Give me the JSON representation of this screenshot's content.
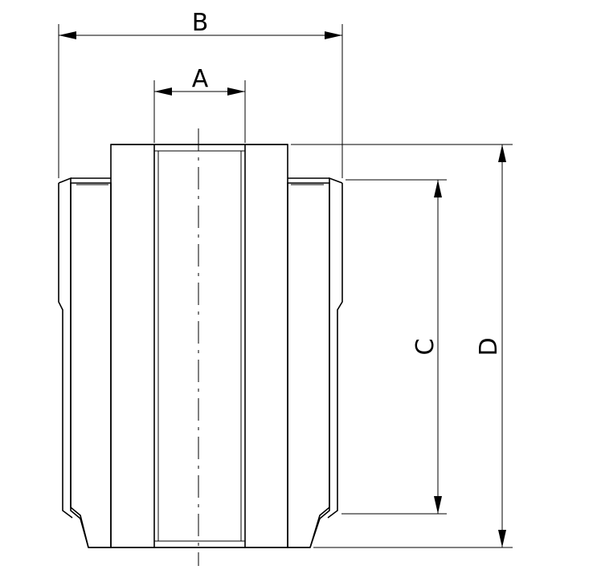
{
  "dimension_labels": {
    "a": "A",
    "b": "B",
    "c": "C",
    "d": "D"
  }
}
